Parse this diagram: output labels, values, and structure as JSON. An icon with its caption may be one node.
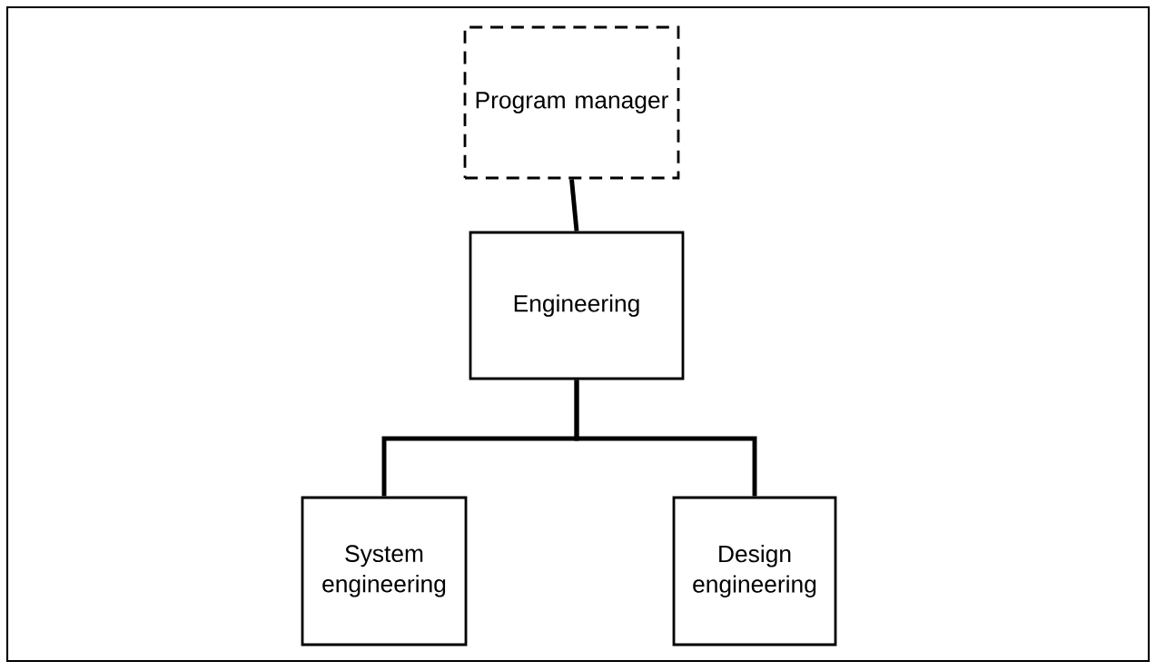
{
  "diagram": {
    "nodes": [
      {
        "text": [
          "Program manager"
        ]
      },
      {
        "text": [
          "Engineering"
        ]
      },
      {
        "text": [
          "System engineering"
        ]
      },
      {
        "text": [
          "Design engineering"
        ]
      }
    ],
    "edges": [
      {
        "from": 0,
        "to": 1,
        "arrow": "none"
      },
      {
        "from": 1,
        "to": 2,
        "arrow": "none"
      },
      {
        "from": 1,
        "to": 3,
        "arrow": "none"
      }
    ]
  }
}
